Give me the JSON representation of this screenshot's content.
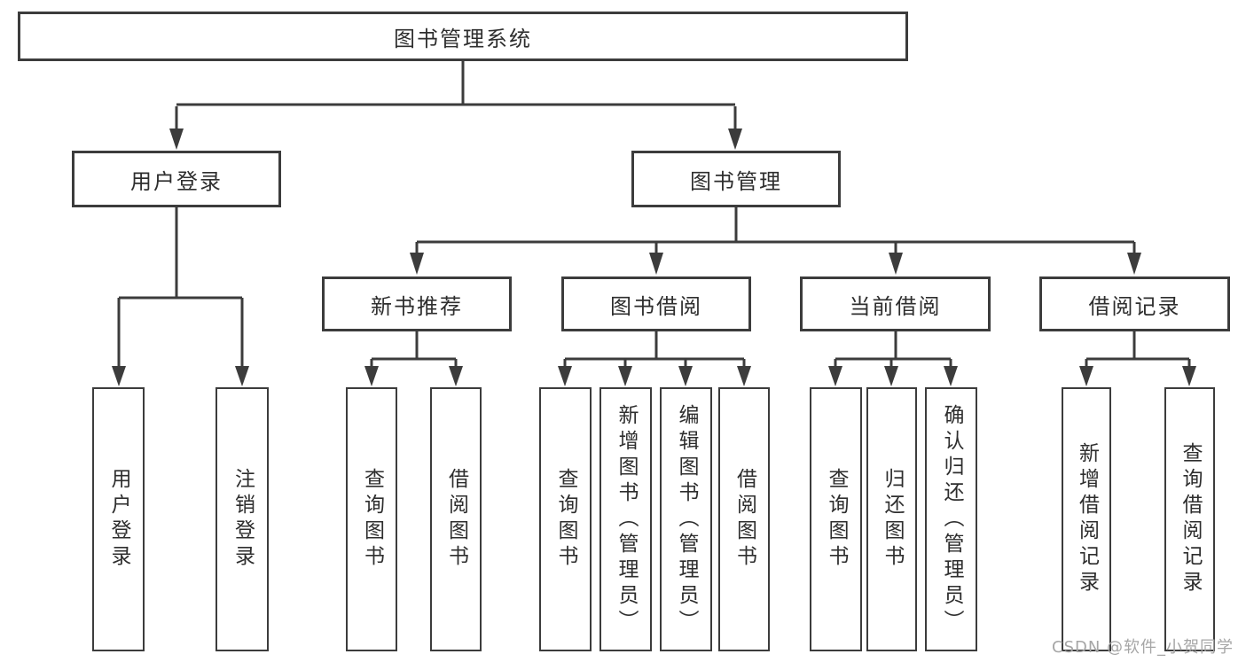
{
  "diagram_title": "图书管理系统",
  "tree": {
    "label": "图书管理系统",
    "children": [
      {
        "label": "用户登录",
        "children": [
          {
            "label": "用户登录"
          },
          {
            "label": "注销登录"
          }
        ]
      },
      {
        "label": "图书管理",
        "children": [
          {
            "label": "新书推荐",
            "children": [
              {
                "label": "查询图书"
              },
              {
                "label": "借阅图书"
              }
            ]
          },
          {
            "label": "图书借阅",
            "children": [
              {
                "label": "查询图书"
              },
              {
                "label": "新增图书（管理员）"
              },
              {
                "label": "编辑图书（管理员）"
              },
              {
                "label": "借阅图书"
              }
            ]
          },
          {
            "label": "当前借阅",
            "children": [
              {
                "label": "查询图书"
              },
              {
                "label": "归还图书"
              },
              {
                "label": "确认归还（管理员）"
              }
            ]
          },
          {
            "label": "借阅记录",
            "children": [
              {
                "label": "新增借阅记录"
              },
              {
                "label": "查询借阅记录"
              }
            ]
          }
        ]
      }
    ]
  },
  "watermark": {
    "text": "CSDN @软件_小贺同学"
  },
  "colors": {
    "line": "#3c3c3c",
    "text": "#2e2e2e",
    "watermark": "#a6a6a6",
    "background": "#ffffff"
  }
}
